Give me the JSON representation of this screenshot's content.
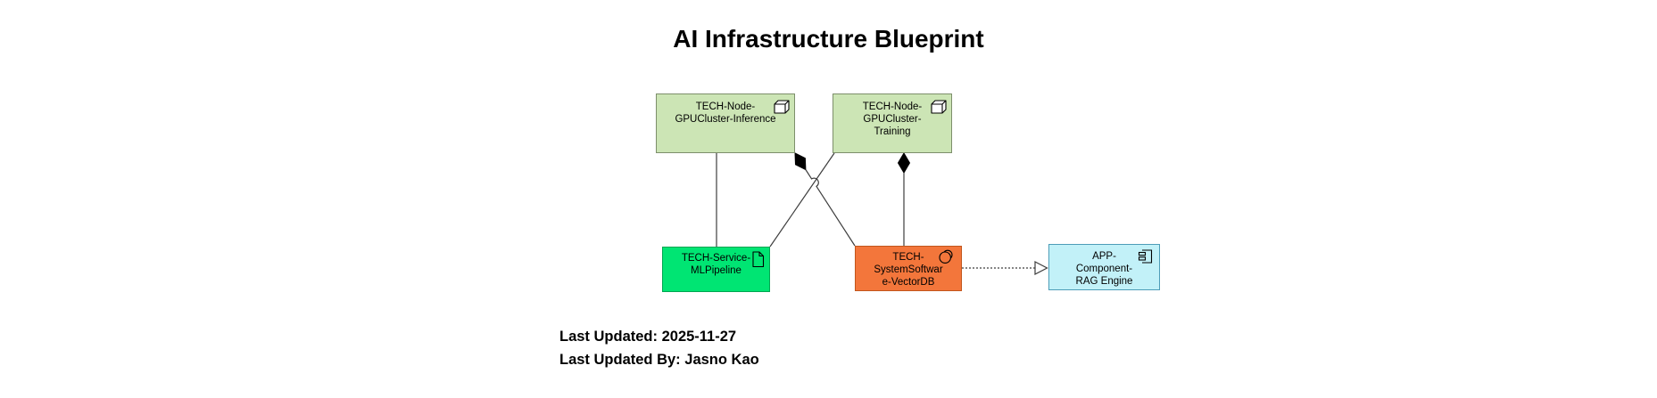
{
  "title": "AI Infrastructure Blueprint",
  "diagram": {
    "nodes": [
      {
        "id": "gpucluster-inference",
        "label": "TECH-Node-\nGPUCluster-Inference",
        "element_type": "technology-node",
        "icon": "node-cube-icon",
        "fill": "#cce5b5",
        "border": "#7d8f6b"
      },
      {
        "id": "gpucluster-training",
        "label": "TECH-Node-\nGPUCluster-\nTraining",
        "element_type": "technology-node",
        "icon": "node-cube-icon",
        "fill": "#cce5b5",
        "border": "#7d8f6b"
      },
      {
        "id": "mlpipeline",
        "label": "TECH-Service-\nMLPipeline",
        "element_type": "technology-service",
        "icon": "document-icon",
        "fill": "#00e573",
        "border": "#00a651"
      },
      {
        "id": "vectordb",
        "label": "TECH-\nSystemSoftwar\ne-VectorDB",
        "element_type": "system-software",
        "icon": "system-software-circles-icon",
        "fill": "#f3763b",
        "border": "#c2561c"
      },
      {
        "id": "rag-engine",
        "label": "APP-\nComponent-\nRAG Engine",
        "element_type": "application-component",
        "icon": "component-icon",
        "fill": "#c2f1f8",
        "border": "#4d9db8"
      }
    ],
    "relationships": [
      {
        "from": "TECH-Node-GPUCluster-Inference",
        "to": "TECH-Service-MLPipeline",
        "type": "association",
        "style": "solid-line"
      },
      {
        "from": "TECH-Node-GPUCluster-Inference",
        "to": "TECH-SystemSoftware-VectorDB",
        "type": "composition",
        "style": "solid-line-filled-diamond-at-source"
      },
      {
        "from": "TECH-Node-GPUCluster-Training",
        "to": "TECH-Service-MLPipeline",
        "type": "association",
        "style": "solid-line"
      },
      {
        "from": "TECH-Node-GPUCluster-Training",
        "to": "TECH-SystemSoftware-VectorDB",
        "type": "composition",
        "style": "solid-line-filled-diamond-at-source"
      },
      {
        "from": "TECH-SystemSoftware-VectorDB",
        "to": "APP-Component-RAG Engine",
        "type": "realization",
        "style": "dotted-line-hollow-triangle-arrow"
      }
    ],
    "line_color": "#3d3d3d"
  },
  "footer": {
    "last_updated": "Last Updated: 2025-11-27",
    "last_updated_by": "Last Updated By: Jasno Kao"
  }
}
